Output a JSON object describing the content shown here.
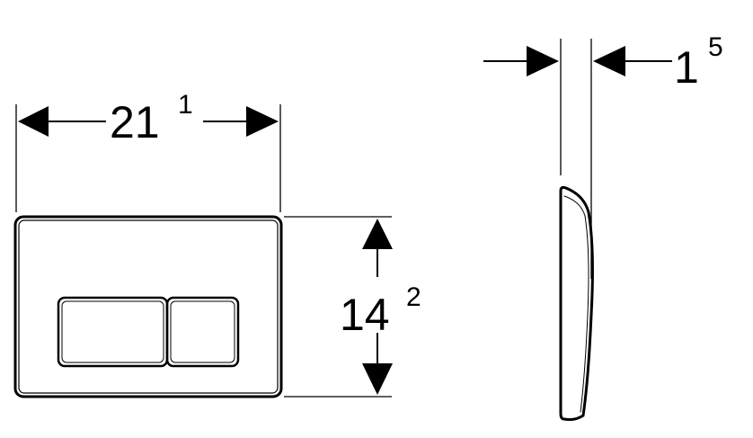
{
  "dimensions": {
    "width": {
      "main": "21",
      "sup": "1"
    },
    "height": {
      "main": "14",
      "sup": "2"
    },
    "depth": {
      "main": "1",
      "sup": "5"
    }
  },
  "colors": {
    "line": "#000000",
    "background": "#ffffff"
  }
}
